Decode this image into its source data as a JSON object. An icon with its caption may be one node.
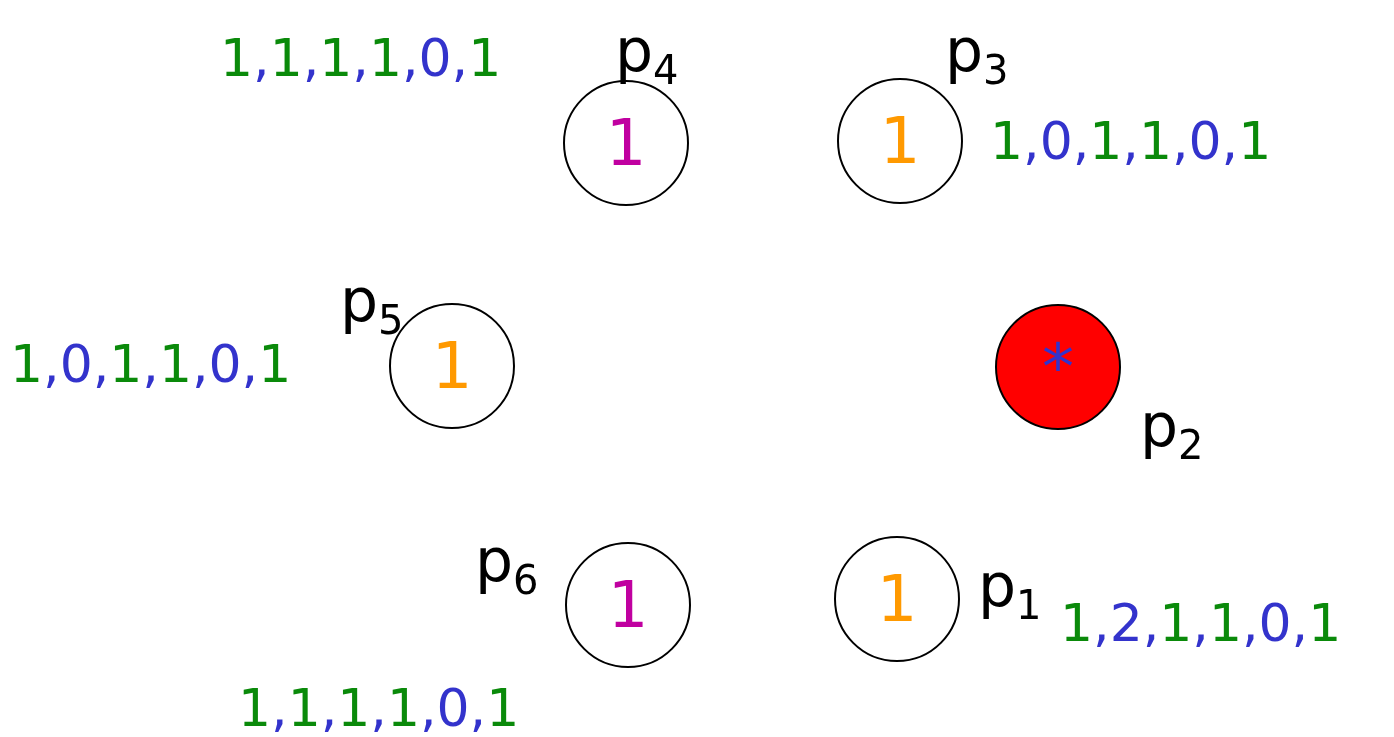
{
  "diagram": {
    "nodes": [
      {
        "text": [
          "1"
        ],
        "beside": [
          "p$_{4}$",
          "1,1,1,1,0,1"
        ]
      },
      {
        "text": [
          "1"
        ],
        "beside": [
          "p$_{3}$",
          "1,0,1,1,0,1"
        ]
      },
      {
        "text": [
          "1"
        ],
        "beside": [
          "p$_{5}$",
          "1,0,1,1,0,1"
        ]
      },
      {
        "text": [
          "*"
        ],
        "beside": [
          "p$_{2}$"
        ]
      },
      {
        "text": [
          "1"
        ],
        "beside": [
          "p$_{6}$",
          "1,1,1,1,0,1"
        ]
      },
      {
        "text": [
          "1"
        ],
        "beside": [
          "p$_{1}$",
          "1,2,1,1,0,1"
        ]
      }
    ],
    "edges": []
  }
}
